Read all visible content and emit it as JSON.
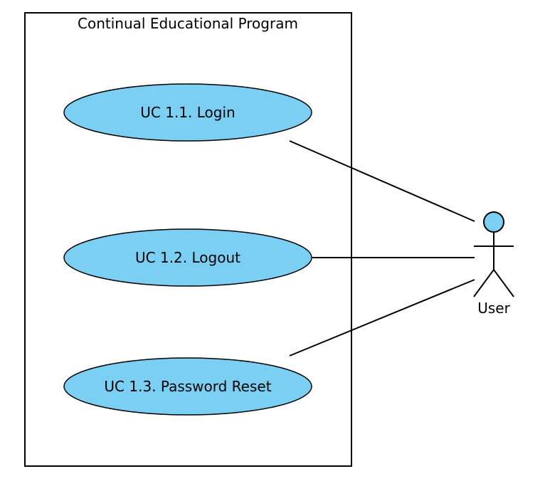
{
  "system": {
    "title": "Continual Educational Program"
  },
  "use_cases": [
    {
      "id": "uc-1-1",
      "label": "UC 1.1. Login"
    },
    {
      "id": "uc-1-2",
      "label": "UC 1.2. Logout"
    },
    {
      "id": "uc-1-3",
      "label": "UC 1.3. Password Reset"
    }
  ],
  "actor": {
    "name": "User"
  },
  "colors": {
    "use_case_fill": "#7bcff2",
    "actor_head_fill": "#7bcff2",
    "stroke": "#000000",
    "background": "#ffffff"
  }
}
